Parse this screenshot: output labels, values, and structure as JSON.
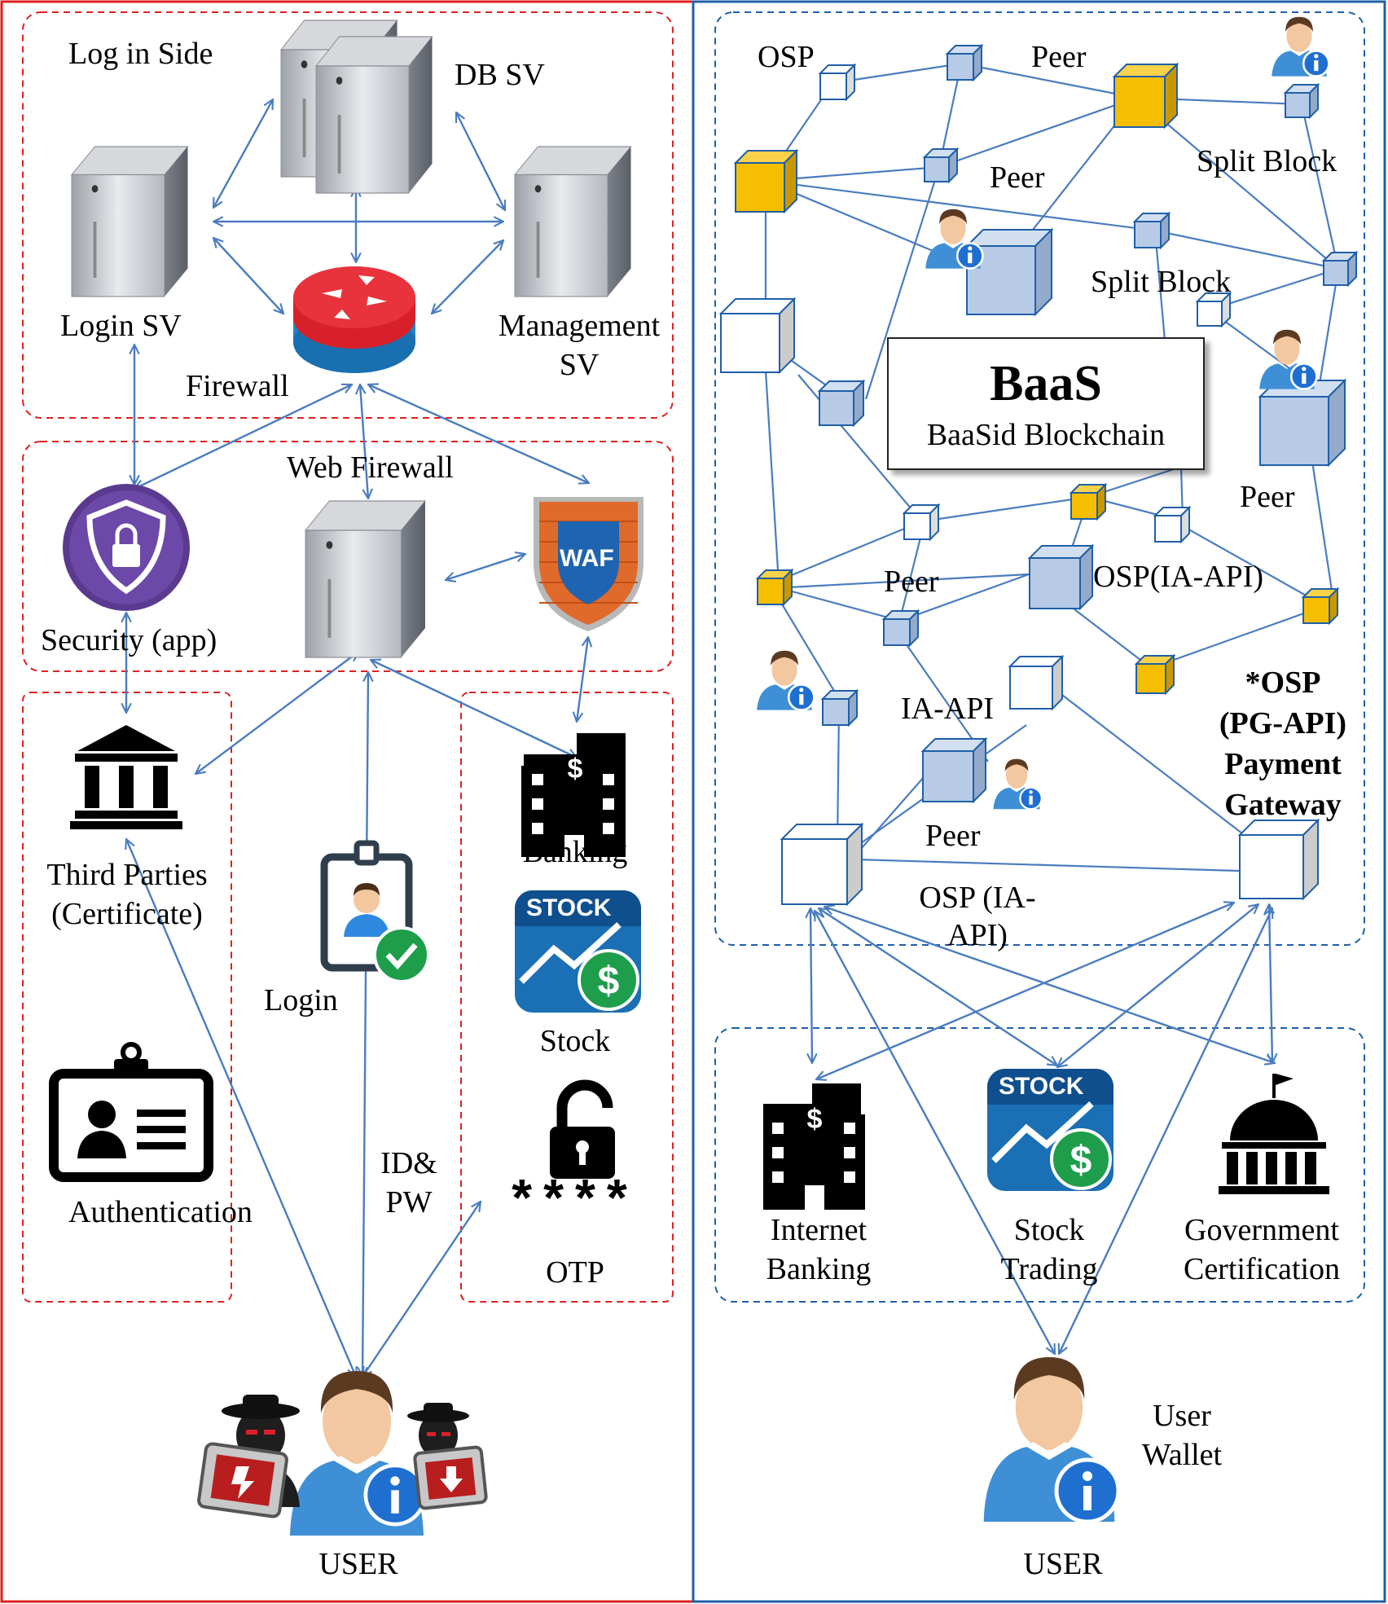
{
  "left_panel": {
    "log_in_side": "Log in Side",
    "db_sv": "DB SV",
    "login_sv": "Login SV",
    "firewall": "Firewall",
    "management_sv_line1": "Management",
    "management_sv_line2": "SV",
    "web_firewall": "Web Firewall",
    "waf_text": "WAF",
    "security_app": "Security (app)",
    "third_parties_line1": "Third Parties",
    "third_parties_line2": "(Certificate)",
    "authentication": "Authentication",
    "login": "Login",
    "id_pw_line1": "ID&",
    "id_pw_line2": "PW",
    "banking": "Banking",
    "stock": "Stock",
    "stock_badge": "STOCK",
    "otp": "OTP",
    "otp_mask": "****",
    "user": "USER"
  },
  "right_panel": {
    "osp": "OSP",
    "peer_top": "Peer",
    "peer_mid": "Peer",
    "split_block_1": "Split Block",
    "split_block_2": "Split Block",
    "baas_title": "BaaS",
    "baas_subtitle": "BaaSid Blockchain",
    "peer_right": "Peer",
    "peer_left": "Peer",
    "osp_ia_api": "OSP(IA-API)",
    "ia_api": "IA-API",
    "peer_bottom": "Peer",
    "osp_pg_line1": "*OSP",
    "osp_pg_line2": "(PG-API)",
    "osp_pg_line3": "Payment",
    "osp_pg_line4": "Gateway",
    "osp_ia_bottom_line1": "OSP (IA-",
    "osp_ia_bottom_line2": "API)",
    "internet_banking_line1": "Internet",
    "internet_banking_line2": "Banking",
    "stock_trading_line1": "Stock",
    "stock_trading_line2": "Trading",
    "stock_badge": "STOCK",
    "gov_cert_line1": "Government",
    "gov_cert_line2": "Certification",
    "user_wallet_line1": "User",
    "user_wallet_line2": "Wallet",
    "user": "USER"
  },
  "colors": {
    "left_border": "#e02020",
    "right_border": "#1f5fa8",
    "arrow": "#4a7cc0",
    "cube_blue": "#b7cbe6",
    "cube_yellow": "#f5be00",
    "firewall_red": "#d8202a",
    "firewall_blue": "#1f86c8",
    "security_purple": "#5a3a8e",
    "waf_orange": "#e06a2a",
    "stock_blue": "#1a6fb5",
    "check_green": "#1e9e4a",
    "info_blue": "#1f6fd0"
  }
}
